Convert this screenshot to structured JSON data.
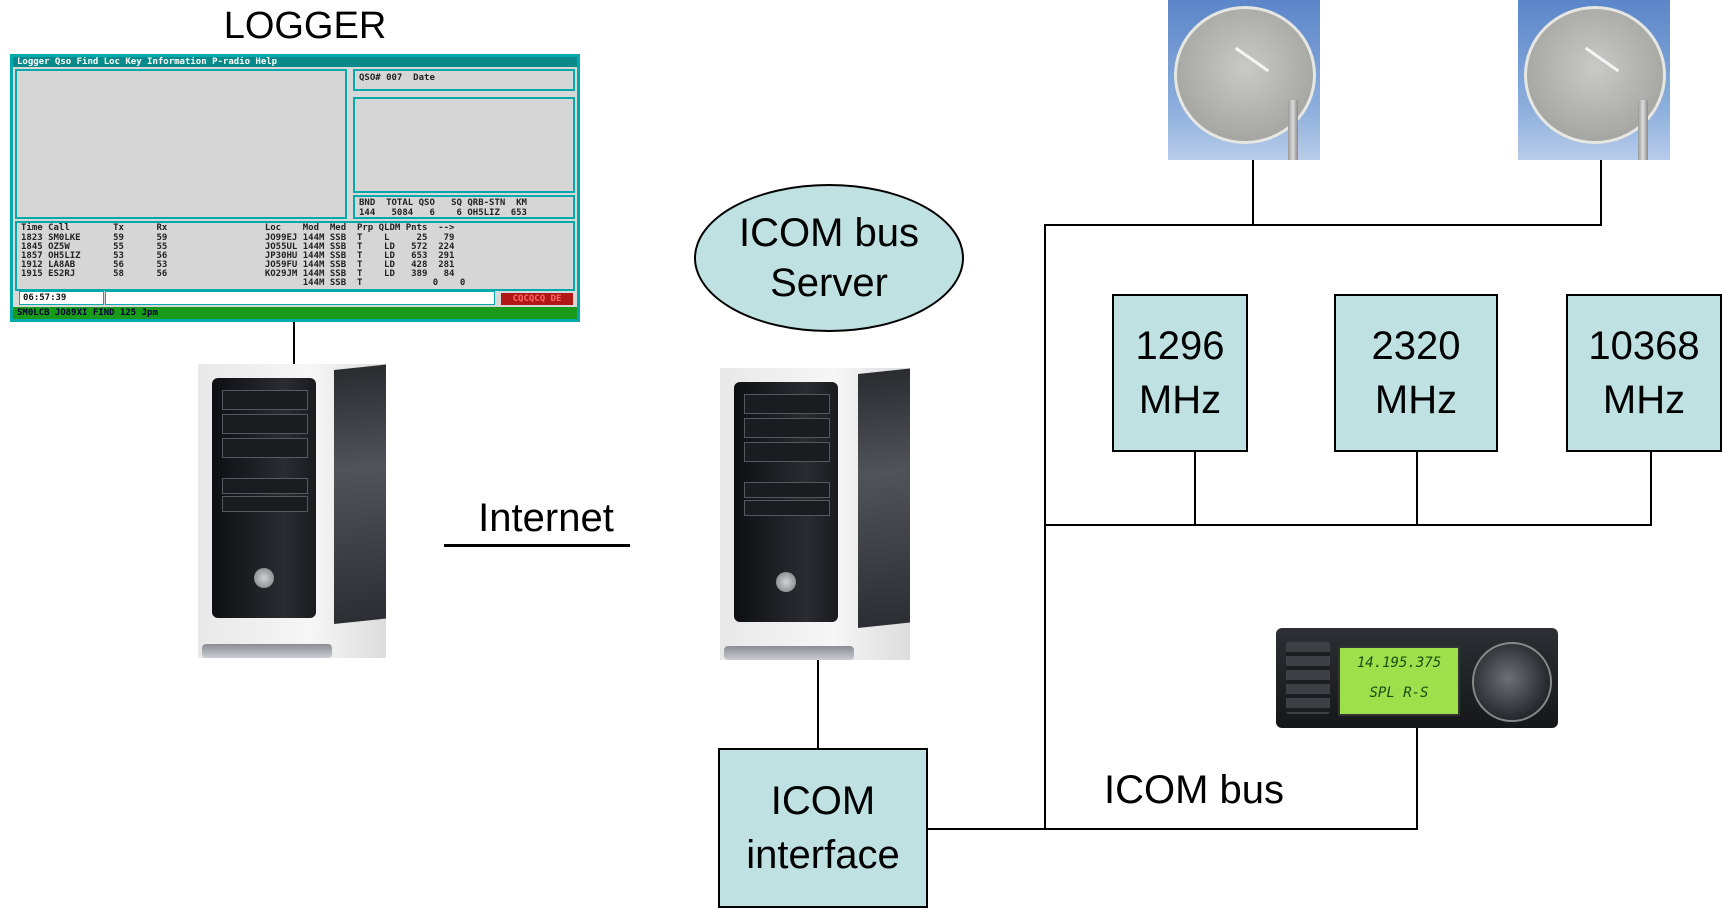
{
  "labels": {
    "logger": "LOGGER",
    "internet": "Internet",
    "server": [
      "ICOM bus",
      "Server"
    ],
    "icom_interface": [
      "ICOM",
      "interface"
    ],
    "icom_bus": "ICOM bus"
  },
  "transverters": [
    {
      "freq": "1296",
      "unit": "MHz"
    },
    {
      "freq": "2320",
      "unit": "MHz"
    },
    {
      "freq": "10368",
      "unit": "MHz"
    }
  ],
  "logger_screen": {
    "menu": "Logger  Qso  Find  Loc  Key  Information  P-radio  Help",
    "qso_header": "QSO# 007  Date",
    "stats_header": "BND  TOTAL QSO   SQ QRB-STN  KM",
    "stats_row": "144   5084   6    6 OH5LIZ  653",
    "log_header": "Time Call        Tx      Rx                  Loc    Mod  Med  Prp QLDM Pnts  -->",
    "log_rows": [
      "1823 SM0LKE      59      59                  JO99EJ 144M SSB  T    L     25   79",
      "1845 OZ5W        55      55                  JO55UL 144M SSB  T    LD   572  224",
      "1857 OH5LIZ      53      56                  JP30HU 144M SSB  T    LD   653  291",
      "1912 LA8AB       56      53                  JO59FU 144M SSB  T    LD   428  281",
      "1915 ES2RJ       58      56                  KO29JM 144M SSB  T    LD   389   84",
      "                                                    144M SSB  T             0    0"
    ],
    "time": "06:57:39",
    "status": "SM0LCB  JO89XI  FIND  125 Jpm",
    "cq": "CQCQCQ DE"
  },
  "radio_display": {
    "line1": "14.195.375",
    "line2": "SPL  R-S"
  }
}
